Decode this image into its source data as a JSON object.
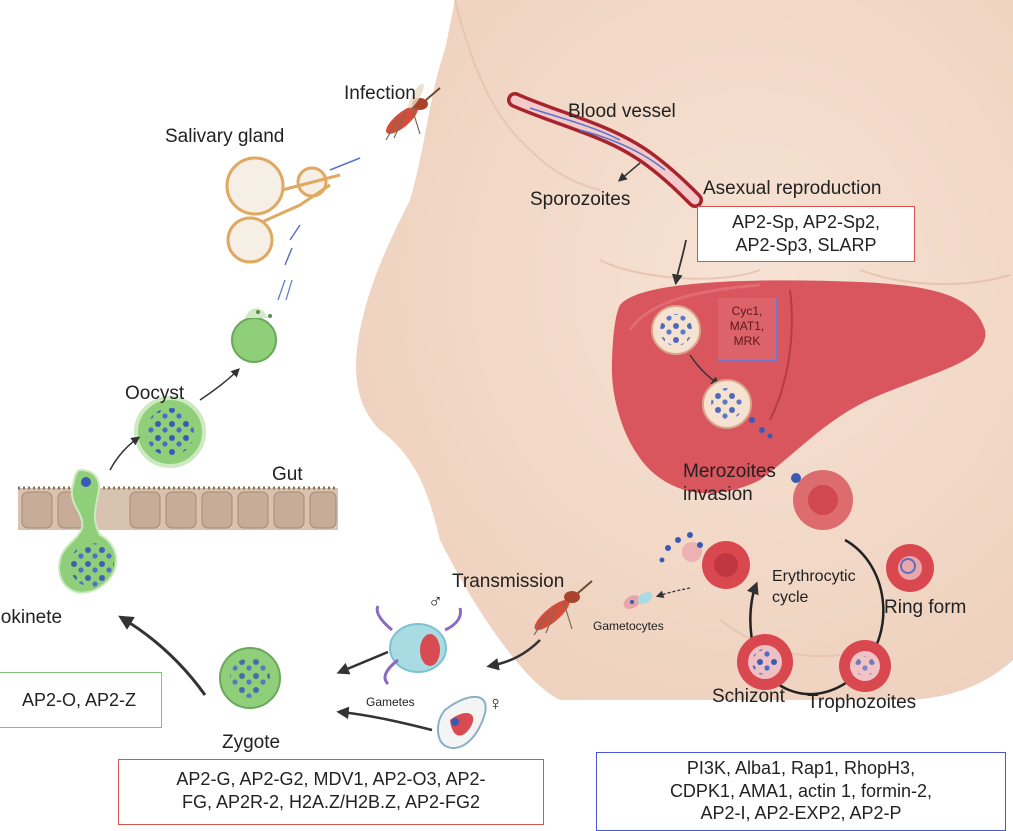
{
  "labels": {
    "infection": "Infection",
    "salivary_gland": "Salivary gland",
    "blood_vessel": "Blood vessel",
    "sporozoites": "Sporozoites",
    "asexual_reproduction": "Asexual reproduction",
    "oocyst": "Oocyst",
    "gut": "Gut",
    "ookinete": "Ookinete",
    "merozoites_invasion_1": "Merozoites",
    "merozoites_invasion_2": "invasion",
    "transmission": "Transmission",
    "erythrocytic_cycle_1": "Erythrocytic",
    "erythrocytic_cycle_2": "cycle",
    "ring_form": "Ring form",
    "gametocytes": "Gametocytes",
    "gametes": "Gametes",
    "zygote": "Zygote",
    "schizont": "Schizont",
    "trophozoites": "Trophozoites",
    "male_symbol": "♂",
    "female_symbol": "♀"
  },
  "boxes": {
    "sporozoite_factors": [
      "AP2-Sp, AP2-Sp2,",
      "AP2-Sp3,  SLARP"
    ],
    "liver_factors": [
      "Cyc1,",
      "MAT1,",
      "MRK"
    ],
    "ookinete_factors": [
      "AP2-O, AP2-Z"
    ],
    "gametocyte_factors": [
      "AP2-G, AP2-G2, MDV1, AP2-O3, AP2-",
      "FG, AP2R-2, H2A.Z/H2B.Z, AP2-FG2"
    ],
    "erythrocytic_factors": [
      "PI3K, Alba1, Rap1, RhopH3,",
      "CDPK1, AMA1,  actin 1,  formin-2,",
      "AP2-I, AP2-EXP2, AP2-P"
    ]
  },
  "colors": {
    "skin": "#f3dccb",
    "liver": "#d9565e",
    "rbc": "#d9474f",
    "parasite_green": "#8fcf7a",
    "parasite_blue": "#3a5bb5",
    "red_border": "#d9534f",
    "green_border": "#7cc47a",
    "blue_border": "#4a57d6"
  }
}
